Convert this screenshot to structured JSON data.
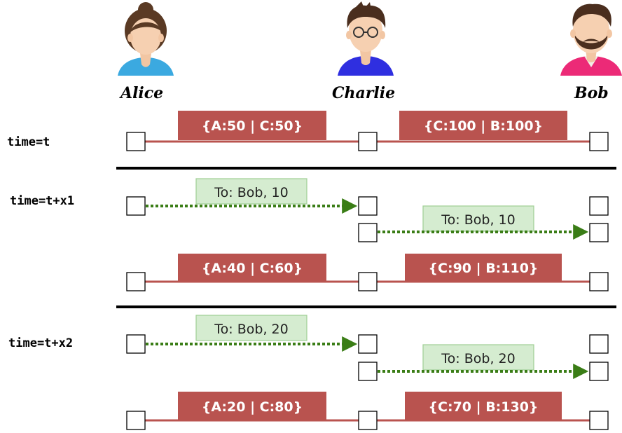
{
  "participants": [
    {
      "name": "Alice",
      "icon": "woman-avatar-icon",
      "shirt_color": "#3ba9e0"
    },
    {
      "name": "Charlie",
      "icon": "man-with-glasses-avatar-icon",
      "shirt_color": "#2f2fe0"
    },
    {
      "name": "Bob",
      "icon": "bearded-man-avatar-icon",
      "shirt_color": "#ec2a77"
    }
  ],
  "colors": {
    "channel": "#b9534f",
    "message_box": "#d5ecd0",
    "message_arrow": "#3a7d16"
  },
  "time_steps": [
    {
      "label": "time=t",
      "messages": [],
      "channels": [
        "{A:50 | C:50}",
        "{C:100 | B:100}"
      ]
    },
    {
      "label": "time=t+x1",
      "messages": [
        "To: Bob, 10",
        "To: Bob, 10"
      ],
      "channels": [
        "{A:40 | C:60}",
        "{C:90 | B:110}"
      ]
    },
    {
      "label": "time=t+x2",
      "messages": [
        "To: Bob, 20",
        "To: Bob, 20"
      ],
      "channels": [
        "{A:20 | C:80}",
        "{C:70 | B:130}"
      ]
    }
  ]
}
